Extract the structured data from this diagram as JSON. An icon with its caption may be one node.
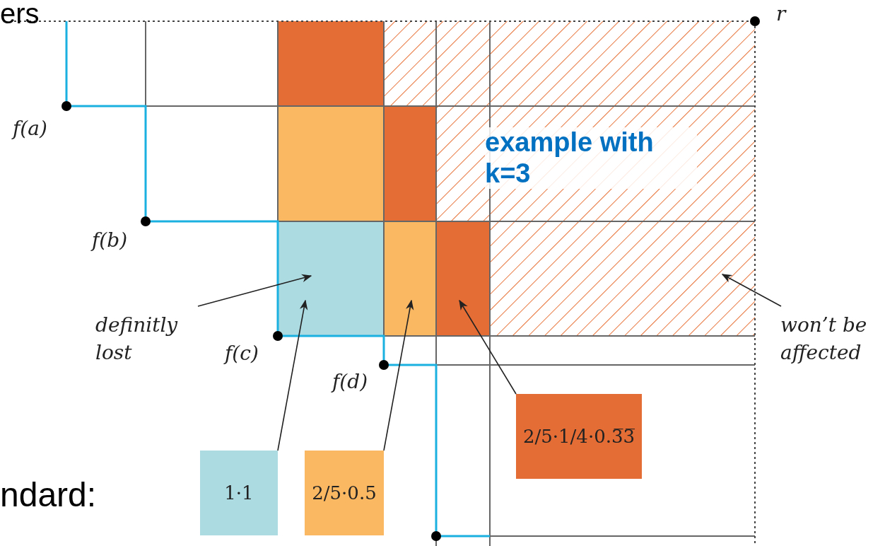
{
  "diagram": {
    "nodes": [
      {
        "text": [
          "definitly lost"
        ]
      },
      {
        "text": [],
        "shape": "box"
      },
      {
        "text": [
          "1·1"
        ]
      },
      {
        "text": [
          "2/5·0.5"
        ]
      },
      {
        "text": [],
        "shape": "box"
      },
      {
        "text": [
          "2/5·1/4·0.3̅3̅"
        ]
      },
      {
        "text": [],
        "shape": "box"
      },
      {
        "text": [
          "won’t be affected"
        ]
      },
      {
        "text": [],
        "shape": "box"
      }
    ],
    "edges": [
      {
        "from": 0,
        "to": 1,
        "arrow": "to"
      },
      {
        "from": 2,
        "to": 1,
        "arrow": "to"
      },
      {
        "from": 3,
        "to": 4,
        "arrow": "to"
      },
      {
        "from": 5,
        "to": 6,
        "arrow": "to"
      },
      {
        "from": 7,
        "to": 8,
        "arrow": "to"
      }
    ],
    "labels": [
      "ers",
      "r",
      "f(a)",
      "f(b)",
      "example with k=3",
      "f(c)",
      "f(d)",
      "ndard:"
    ]
  }
}
